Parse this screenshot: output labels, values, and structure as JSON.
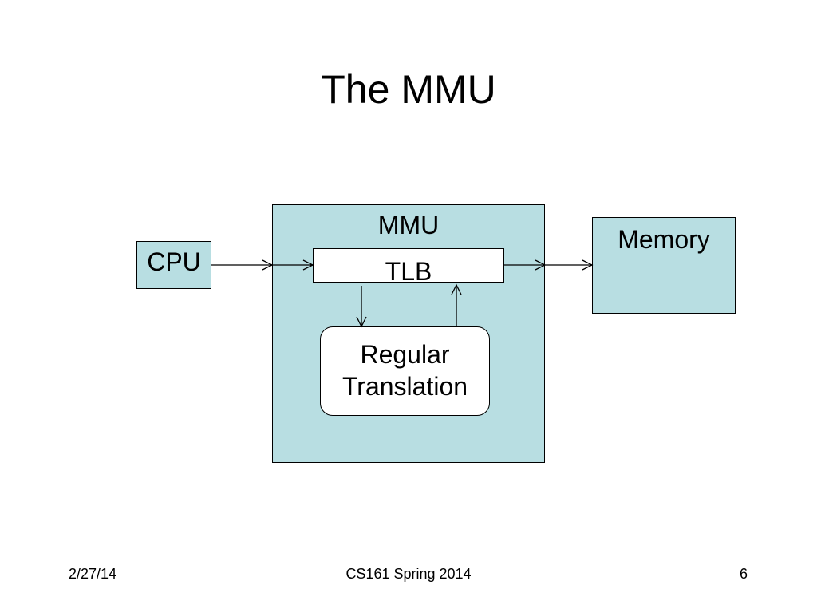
{
  "slide": {
    "title": "The MMU"
  },
  "diagram": {
    "mmu_label": "MMU",
    "cpu_label": "CPU",
    "memory_label": "Memory",
    "tlb_label": "TLB",
    "regular_translation_line1": "Regular",
    "regular_translation_line2": "Translation"
  },
  "footer": {
    "date": "2/27/14",
    "course": "CS161 Spring 2014",
    "page": "6"
  },
  "colors": {
    "box_fill": "#b8dee2",
    "inner_fill": "#ffffff",
    "stroke": "#000000"
  }
}
